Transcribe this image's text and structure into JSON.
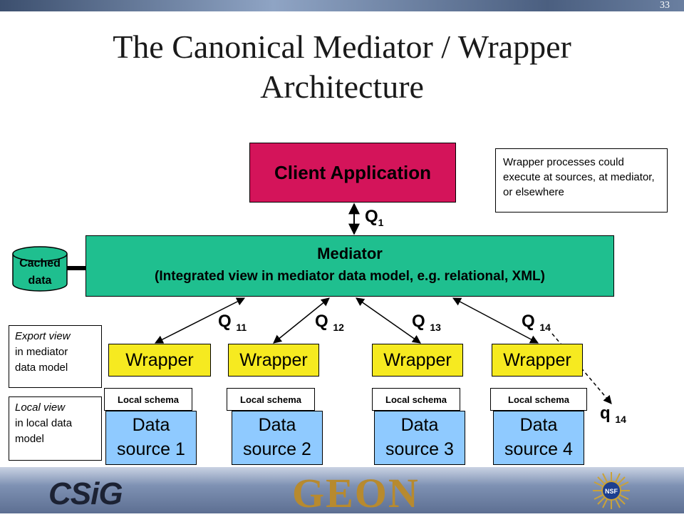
{
  "page_number": "33",
  "title_line1": "The Canonical Mediator / Wrapper",
  "title_line2": "Architecture",
  "client_application": "Client Application",
  "note": "Wrapper processes could execute at sources, at mediator, or elsewhere",
  "mediator": {
    "title": "Mediator",
    "subtitle": "(Integrated view in mediator data model, e.g. relational, XML)"
  },
  "cached_data": {
    "line1": "Cached",
    "line2": "data"
  },
  "queries": {
    "q1": {
      "base": "Q",
      "sub": "1"
    },
    "q11": {
      "base": "Q",
      "sub": "11"
    },
    "q12": {
      "base": "Q",
      "sub": "12"
    },
    "q13": {
      "base": "Q",
      "sub": "13"
    },
    "q14": {
      "base": "Q",
      "sub": "14"
    },
    "q14_local": {
      "base": "q",
      "sub": "14"
    }
  },
  "wrappers": [
    "Wrapper",
    "Wrapper",
    "Wrapper",
    "Wrapper"
  ],
  "local_schemas": [
    "Local schema",
    "Local schema",
    "Local schema",
    "Local schema"
  ],
  "data_sources": [
    {
      "line1": "Data",
      "line2": "source 1"
    },
    {
      "line1": "Data",
      "line2": "source 2"
    },
    {
      "line1": "Data",
      "line2": "source 3"
    },
    {
      "line1": "Data",
      "line2": "source 4"
    }
  ],
  "export_view": {
    "italic": "Export view",
    "rest1": "in mediator",
    "rest2": "data model"
  },
  "local_view": {
    "italic": "Local view",
    "rest1": "in local data",
    "rest2": "model"
  },
  "footer": {
    "csig": "CSiG",
    "geon": "GEON",
    "nsf": "NSF"
  },
  "colors": {
    "client": "#d4145a",
    "mediator": "#1fbf8f",
    "wrapper": "#f6ea20",
    "data_source": "#8fcaff",
    "cache": "#1fbf8f"
  }
}
